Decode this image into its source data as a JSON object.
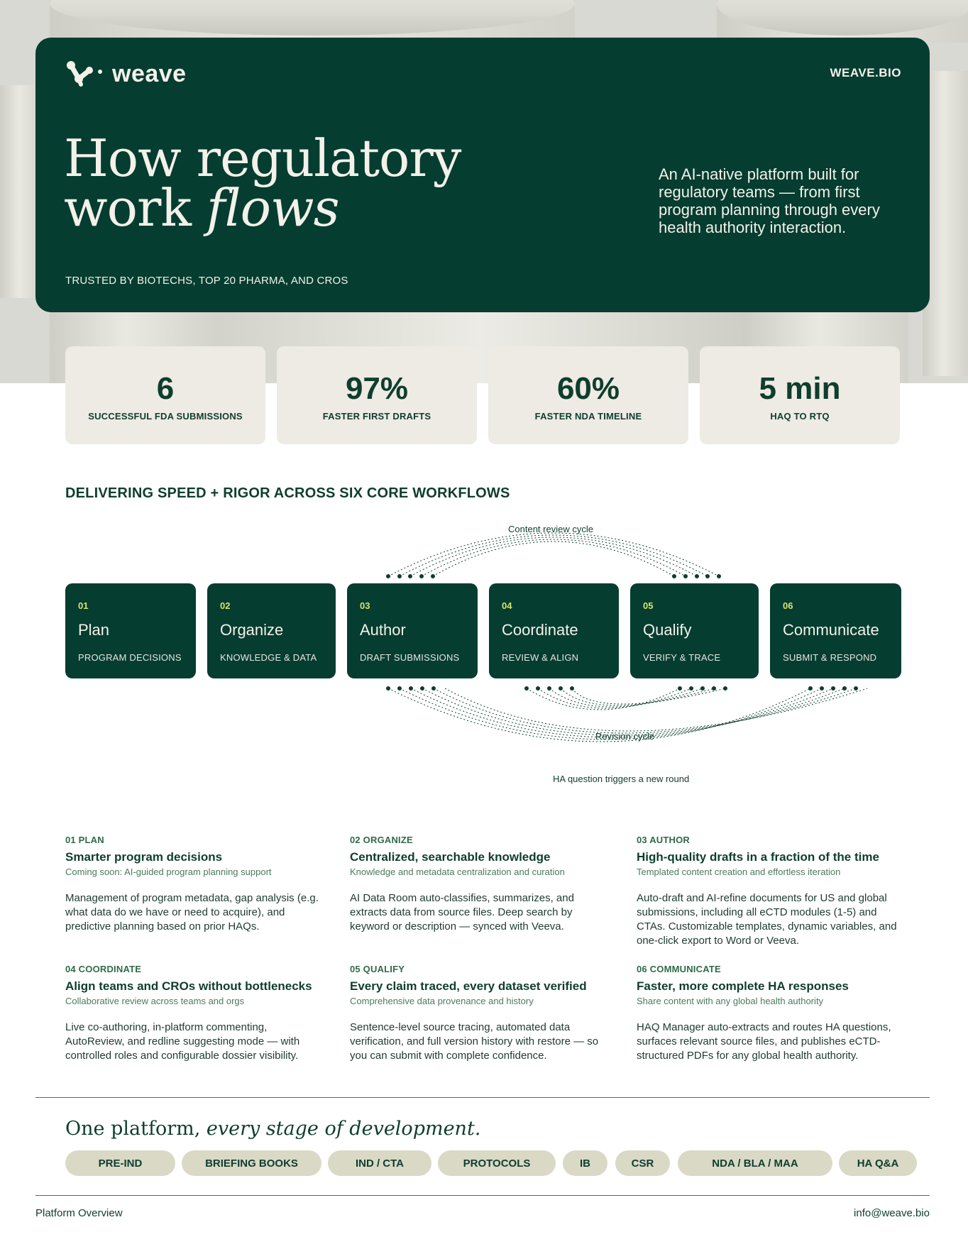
{
  "brand": {
    "logo_text": "weave",
    "site": "WEAVE.BIO"
  },
  "hero": {
    "title_line1": "How regulatory",
    "title_line2_plain": "work ",
    "title_line2_italic": "flows",
    "description": "An AI-native platform built for regulatory teams — from first program planning through every health authority interaction.",
    "trust": "TRUSTED BY BIOTECHS, TOP 20 PHARMA, AND CROS"
  },
  "stats": [
    {
      "value": "6",
      "label": "SUCCESSFUL FDA SUBMISSIONS"
    },
    {
      "value": "97%",
      "label": "FASTER FIRST DRAFTS"
    },
    {
      "value": "60%",
      "label": "FASTER NDA TIMELINE"
    },
    {
      "value": "5 min",
      "label": "HAQ TO RTQ"
    }
  ],
  "section_title": "DELIVERING SPEED + RIGOR ACROSS SIX CORE WORKFLOWS",
  "workflow": {
    "content_review_label": "Content review cycle",
    "revision_label": "Revision cycle",
    "ha_label": "HA question triggers a new round",
    "steps": [
      {
        "num": "01",
        "title": "Plan",
        "sub": "PROGRAM DECISIONS"
      },
      {
        "num": "02",
        "title": "Organize",
        "sub": "KNOWLEDGE & DATA"
      },
      {
        "num": "03",
        "title": "Author",
        "sub": "DRAFT SUBMISSIONS"
      },
      {
        "num": "04",
        "title": "Coordinate",
        "sub": "REVIEW & ALIGN"
      },
      {
        "num": "05",
        "title": "Qualify",
        "sub": "VERIFY & TRACE"
      },
      {
        "num": "06",
        "title": "Communicate",
        "sub": "SUBMIT & RESPOND"
      }
    ]
  },
  "features": [
    {
      "tag": "01 PLAN",
      "title": "Smarter program decisions",
      "sub": "Coming soon: AI-guided program planning support",
      "body": "Management of program metadata, gap analysis (e.g. what data do we have or need to acquire), and predictive planning based on prior HAQs."
    },
    {
      "tag": "02 ORGANIZE",
      "title": "Centralized, searchable knowledge",
      "sub": "Knowledge and metadata centralization and curation",
      "body": "AI Data Room auto-classifies, summarizes, and extracts data from source files. Deep search by keyword or description — synced with Veeva."
    },
    {
      "tag": "03 AUTHOR",
      "title": "High-quality drafts in a fraction of the time",
      "sub": "Templated content creation and effortless iteration",
      "body": "Auto-draft and AI-refine documents for US and global submissions, including all eCTD modules (1-5) and CTAs. Customizable templates, dynamic variables, and one-click export to Word or Veeva."
    },
    {
      "tag": "04 COORDINATE",
      "title": "Align teams and CROs without bottlenecks",
      "sub": "Collaborative review across teams and orgs",
      "body": "Live co-authoring, in-platform commenting, AutoReview, and redline suggesting mode — with controlled roles and configurable dossier visibility."
    },
    {
      "tag": "05 QUALIFY",
      "title": "Every claim traced, every dataset verified",
      "sub": "Comprehensive data provenance and history",
      "body": "Sentence-level source tracing, automated data verification, and full version history with restore — so you can submit with complete confidence."
    },
    {
      "tag": "06 COMMUNICATE",
      "title": "Faster, more complete HA responses",
      "sub": "Share content with any global health authority",
      "body": "HAQ Manager auto-extracts and routes HA questions, surfaces relevant source files, and publishes eCTD-structured PDFs for any global health authority."
    }
  ],
  "bottom": {
    "title_plain": "One platform, ",
    "title_italic": "every stage of development.",
    "pills": [
      "PRE-IND",
      "BRIEFING BOOKS",
      "IND / CTA",
      "PROTOCOLS",
      "IB",
      "CSR",
      "NDA / BLA / MAA",
      "HA Q&A"
    ]
  },
  "footer": {
    "left": "Platform Overview",
    "right": "info@weave.bio"
  },
  "colors": {
    "brand_green": "#053d30",
    "accent_lime": "#d9e36a",
    "stat_bg": "#edebe4",
    "pill_bg": "#d9d9c6"
  }
}
